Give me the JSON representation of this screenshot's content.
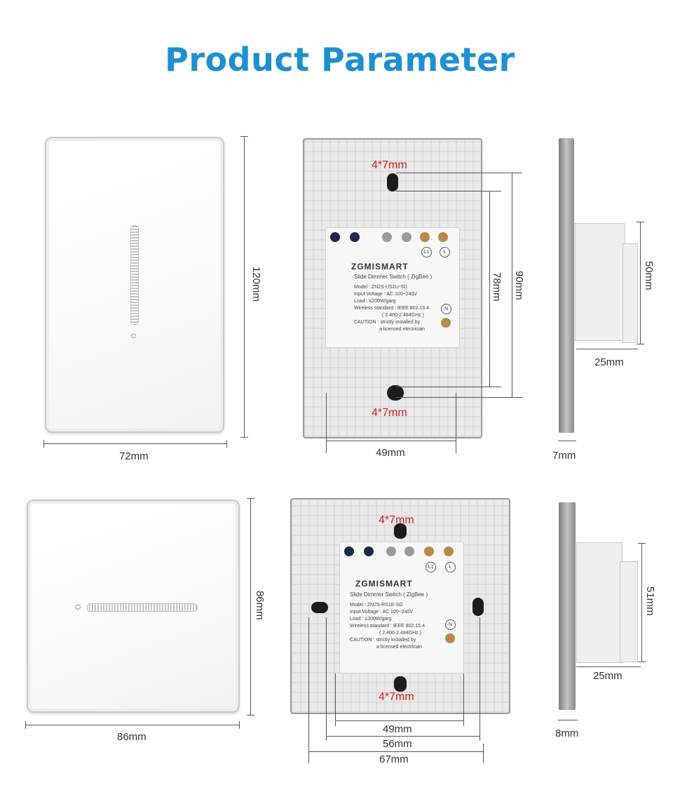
{
  "title": "Product Parameter",
  "top": {
    "front_width": "72mm",
    "front_height": "120mm",
    "hole_top": "4*7mm",
    "hole_bottom": "4*7mm",
    "hole_span_inner": "78mm",
    "hole_span_outer": "90mm",
    "back_width": "49mm",
    "side_depth": "50mm",
    "side_body": "25mm",
    "side_plate": "7mm",
    "brand": "ZGMISMART",
    "spec_lines": [
      "Slide Dimmer Switch ( ZigBee )",
      "Model : ZN2S-US1U-SD",
      "Input Voltage : AC 100~240V",
      "Load : ≤200W/garg",
      "Wireless standard : IEEE 802.15.4",
      "( 2.400-2.484GHz )",
      "CAUTION : strictly installed by",
      "a licensed electrician"
    ],
    "terminal_labels": [
      "L1",
      "L",
      "N"
    ]
  },
  "bottom": {
    "front_width": "86mm",
    "front_height": "86mm",
    "hole_top": "4*7mm",
    "hole_bottom": "4*7mm",
    "back_w1": "49mm",
    "back_w2": "56mm",
    "back_w3": "67mm",
    "side_depth": "51mm",
    "side_body": "25mm",
    "side_plate": "8mm",
    "brand": "ZGMISMART",
    "spec_lines": [
      "Slide Dimmer Switch ( ZigBee )",
      "Model : ZN2S-RS1E-SD",
      "Input Voltage : AC 100~240V",
      "Load : ≤200W/garg",
      "Wireless standard : IEEE 802.15.4",
      "( 2.400-2.484GHz )",
      "CAUTION : strictly installed by",
      "a licensed electrician"
    ],
    "terminal_labels": [
      "L1",
      "L",
      "N"
    ]
  },
  "colors": {
    "title": "#1e8fd0",
    "dimension_red": "#e01b1b"
  },
  "icons": {
    "brightness": "sun-icon"
  }
}
